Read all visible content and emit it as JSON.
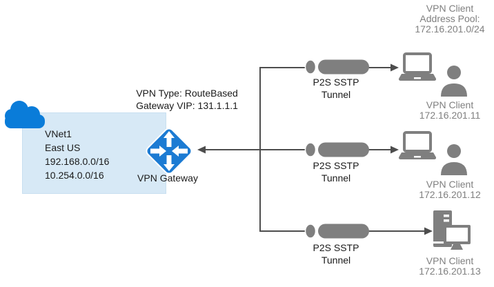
{
  "colors": {
    "azure_blue": "#0a7cd9",
    "gateway_blue": "#1c7bd3",
    "vnet_fill": "#d7e9f6",
    "icon_gray": "#7f7f7f",
    "line_gray": "#4d4d4d",
    "label_gray": "#7f7f7f",
    "text_dark": "#1a1a1a"
  },
  "address_pool": {
    "line1": "VPN Client",
    "line2": "Address Pool:",
    "line3": "172.16.201.0/24"
  },
  "vnet": {
    "name": "VNet1",
    "region": "East US",
    "address_space_1": "192.168.0.0/16",
    "address_space_2": "10.254.0.0/16"
  },
  "gateway": {
    "type": "VPN Type: RouteBased",
    "vip": "Gateway VIP: 131.1.1.1",
    "label": "VPN Gateway"
  },
  "tunnels": [
    {
      "line1": "P2S SSTP",
      "line2": "Tunnel"
    },
    {
      "line1": "P2S SSTP",
      "line2": "Tunnel"
    },
    {
      "line1": "P2S SSTP",
      "line2": "Tunnel"
    }
  ],
  "clients": [
    {
      "label": "VPN Client",
      "ip": "172.16.201.11",
      "icon": "laptop-user"
    },
    {
      "label": "VPN Client",
      "ip": "172.16.201.12",
      "icon": "laptop-user"
    },
    {
      "label": "VPN Client",
      "ip": "172.16.201.13",
      "icon": "desktop-pc"
    }
  ],
  "icons": {
    "cloud": "azure-cloud-icon",
    "gateway": "vpn-gateway-icon",
    "tunnel": "tunnel-pipe-icon",
    "laptop": "laptop-icon",
    "user": "user-icon",
    "desktop": "desktop-pc-icon"
  }
}
